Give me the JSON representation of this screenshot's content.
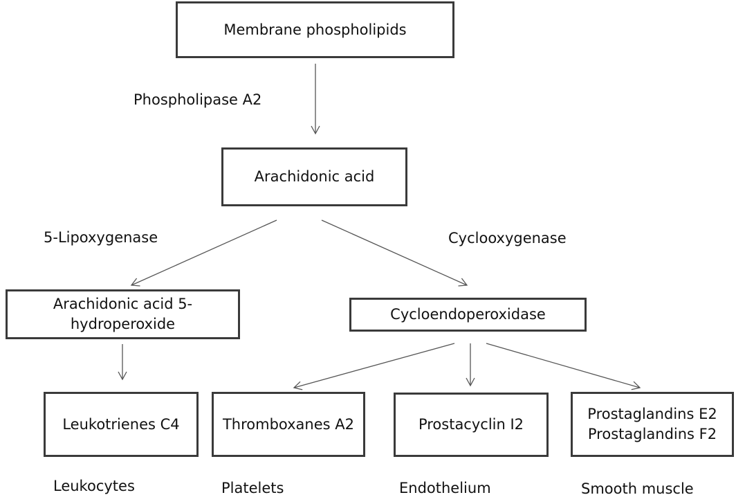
{
  "nodes": {
    "membrane": "Membrane phospholipids",
    "arachidonic": "Arachidonic acid",
    "hydroperoxide_line1": "Arachidonic acid 5-",
    "hydroperoxide_line2": "hydroperoxide",
    "cycloendo": "Cycloendoperoxidase",
    "leukotrienes": "Leukotrienes C4",
    "thromboxanes": "Thromboxanes A2",
    "prostacyclin": "Prostacyclin I2",
    "prostaglandins_line1": "Prostaglandins E2",
    "prostaglandins_line2": "Prostaglandins F2"
  },
  "enzymes": {
    "phospholipase": "Phospholipase A2",
    "lipoxygenase": "5-Lipoxygenase",
    "cyclooxygenase": "Cyclooxygenase"
  },
  "sites": {
    "leukocytes": "Leukocytes",
    "platelets": "Platelets",
    "endothelium": "Endothelium",
    "smooth_muscle": "Smooth muscle"
  },
  "colors": {
    "box_border": "#3a3a3a",
    "arrow": "#555555",
    "text": "#111111"
  }
}
